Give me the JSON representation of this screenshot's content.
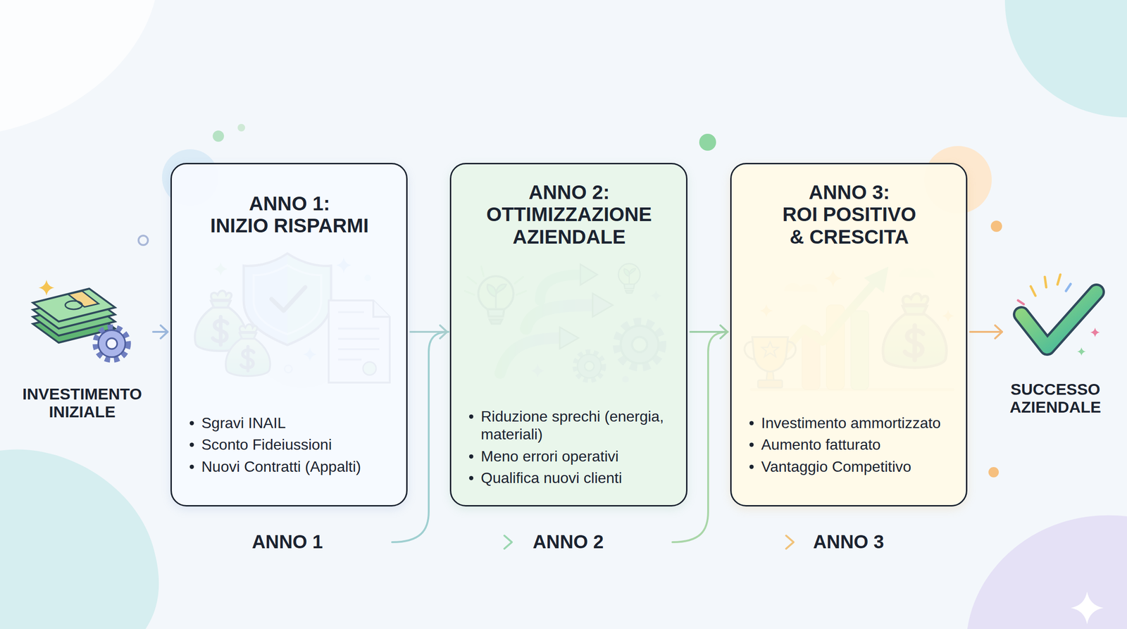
{
  "diagram": {
    "nodes": [
      {
        "text": [
          "INVESTIMENTO INIZIALE"
        ]
      },
      {
        "text": [
          "ANNO 1: INIZIO RISPARMI",
          "Sgravi INAIL",
          "Sconto Fideiussioni",
          "Nuovi Contratti (Appalti)"
        ]
      },
      {
        "text": [
          "ANNO 2: OTTIMIZZAZIONE AZIENDALE",
          "Riduzione sprechi (energia, materiali)",
          "Meno errori operativi",
          "Qualifica nuovi clienti"
        ]
      },
      {
        "text": [
          "ANNO 3: ROI POSITIVO & CRESCITA",
          "Investimento ammortizzato",
          "Aumento fatturato",
          "Vantaggio Competitivo"
        ]
      },
      {
        "text": [
          "SUCCESSO AZIENDALE"
        ]
      }
    ],
    "edges": [
      {
        "from": 0,
        "to": 1,
        "arrow": "to"
      },
      {
        "from": 1,
        "to": 2,
        "arrow": "to"
      },
      {
        "from": 2,
        "to": 3,
        "arrow": "to"
      },
      {
        "from": 3,
        "to": 4,
        "arrow": "to"
      }
    ],
    "labels": [
      "ANNO 1",
      "ANNO 2",
      "ANNO 3"
    ]
  }
}
